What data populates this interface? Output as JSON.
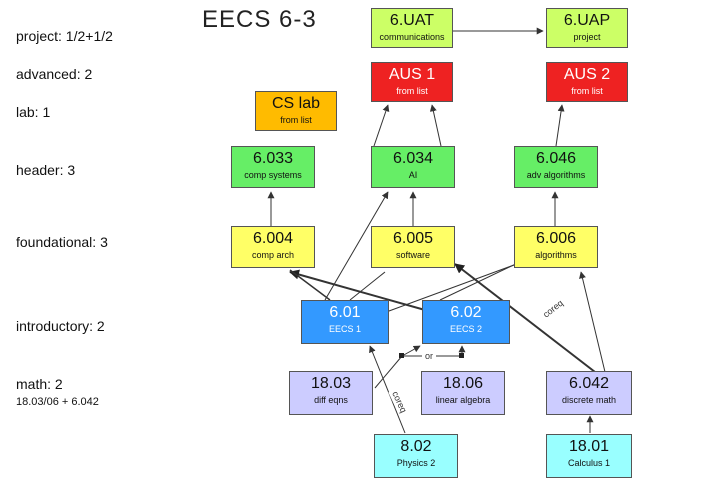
{
  "title": "EECS 6-3",
  "row_labels": {
    "project": "project: 1/2+1/2",
    "advanced": "advanced: 2",
    "lab": "lab: 1",
    "header": "header: 3",
    "foundational": "foundational: 3",
    "introductory": "introductory: 2",
    "math": "math: 2",
    "math_sub": "18.03/06 + 6.042"
  },
  "courses": {
    "uat": {
      "num": "6.UAT",
      "desc": "communications"
    },
    "uap": {
      "num": "6.UAP",
      "desc": "project"
    },
    "aus1": {
      "num": "AUS 1",
      "desc": "from list"
    },
    "aus2": {
      "num": "AUS 2",
      "desc": "from list"
    },
    "cslab": {
      "num": "CS lab",
      "desc": "from list"
    },
    "c6033": {
      "num": "6.033",
      "desc": "comp systems"
    },
    "c6034": {
      "num": "6.034",
      "desc": "AI"
    },
    "c6046": {
      "num": "6.046",
      "desc": "adv algorithms"
    },
    "c6004": {
      "num": "6.004",
      "desc": "comp arch"
    },
    "c6005": {
      "num": "6.005",
      "desc": "software"
    },
    "c6006": {
      "num": "6.006",
      "desc": "algorithms"
    },
    "c601": {
      "num": "6.01",
      "desc": "EECS 1"
    },
    "c602": {
      "num": "6.02",
      "desc": "EECS 2"
    },
    "c1803": {
      "num": "18.03",
      "desc": "diff eqns"
    },
    "c1806": {
      "num": "18.06",
      "desc": "linear algebra"
    },
    "c6042": {
      "num": "6.042",
      "desc": "discrete math"
    },
    "c802": {
      "num": "8.02",
      "desc": "Physics 2"
    },
    "c1801": {
      "num": "18.01",
      "desc": "Calculus 1"
    }
  },
  "edge_labels": {
    "or": "or",
    "coreq_1": "coreq",
    "coreq_2": "coreq"
  },
  "colors": {
    "green": "#66ee66",
    "lime": "#ccff66",
    "red": "#ee2222",
    "orange": "#ffbb00",
    "yellow": "#ffff66",
    "blue": "#3399ff",
    "lavender": "#ccccff",
    "cyan": "#99ffff"
  }
}
